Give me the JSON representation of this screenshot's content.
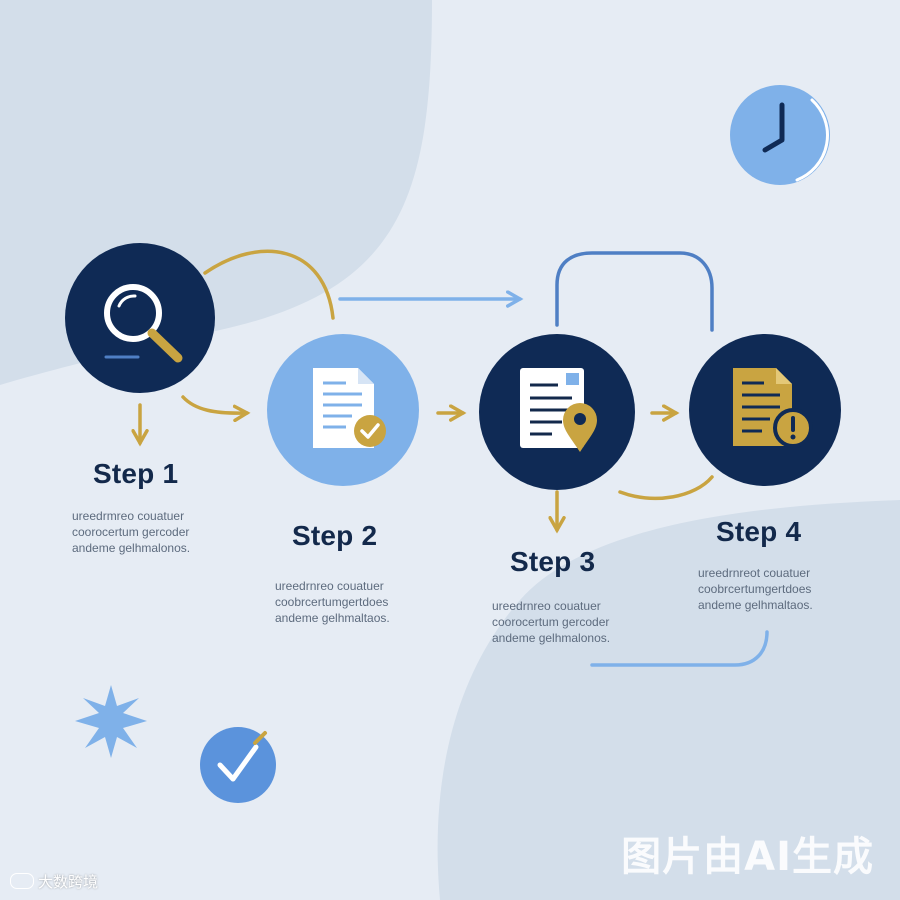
{
  "steps": [
    {
      "title": "Step 1",
      "icon": "search-icon",
      "description": [
        "ureedrmreo couatuer",
        "coorocertum gercoder",
        "andeme gelhmalonos."
      ]
    },
    {
      "title": "Step 2",
      "icon": "document-check-icon",
      "description": [
        "ureedrnreo couatuer",
        "coobrcertumgertdoes",
        "andeme gelhmaltaos."
      ]
    },
    {
      "title": "Step 3",
      "icon": "document-location-icon",
      "description": [
        "ureedrnreo couatuer",
        "coorocertum gercoder",
        "andeme gelhmalonos."
      ]
    },
    {
      "title": "Step 4",
      "icon": "document-alert-icon",
      "description": [
        "ureedrnreot couatuer",
        "coobrcertumgertdoes",
        "andeme gelhmaltaos."
      ]
    }
  ],
  "decorations": [
    "clock-icon",
    "sparkle-icon",
    "checkmark-icon"
  ],
  "colors": {
    "navy": "#0f2a55",
    "light_blue": "#7fb1e9",
    "gold": "#c9a441",
    "line_blue": "#4f7fc4",
    "background": "#e6ecf4"
  },
  "watermark": "图片由AI生成",
  "brand": "大数跨境"
}
